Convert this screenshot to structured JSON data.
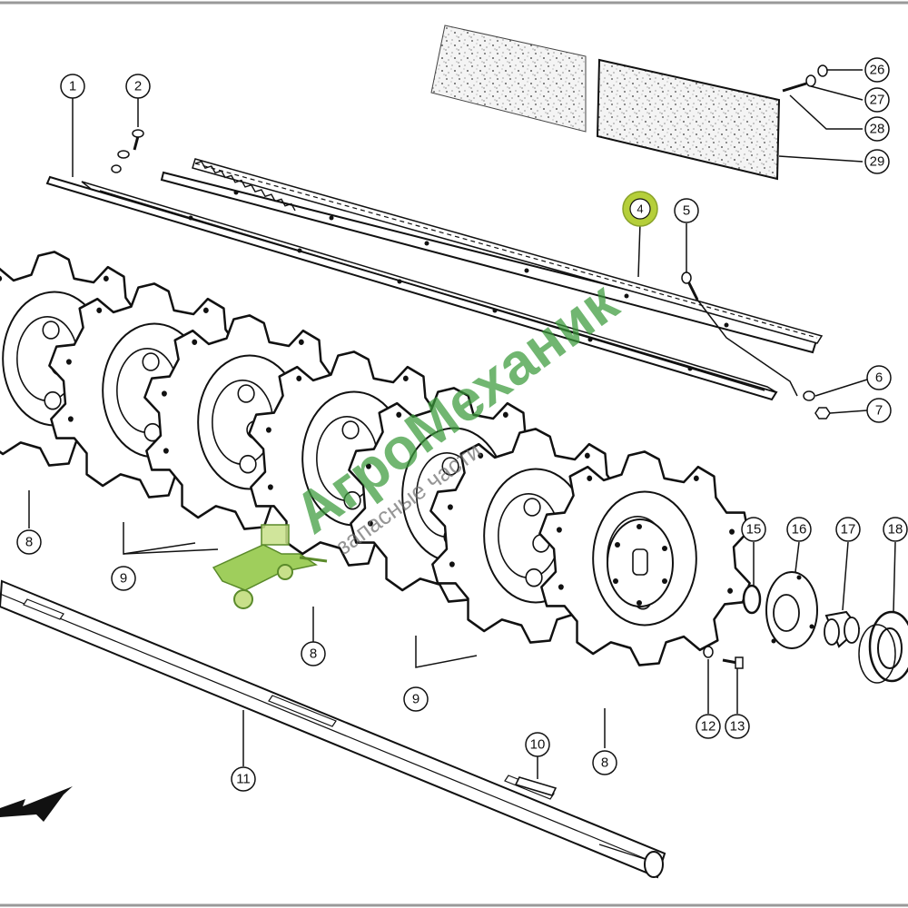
{
  "diagram": {
    "callouts": [
      {
        "id": "c1",
        "label": "1"
      },
      {
        "id": "c2",
        "label": "2"
      },
      {
        "id": "c4",
        "label": "4",
        "highlighted": true
      },
      {
        "id": "c5",
        "label": "5"
      },
      {
        "id": "c6",
        "label": "6"
      },
      {
        "id": "c7",
        "label": "7"
      },
      {
        "id": "c8a",
        "label": "8"
      },
      {
        "id": "c8b",
        "label": "8"
      },
      {
        "id": "c8c",
        "label": "8"
      },
      {
        "id": "c9a",
        "label": "9"
      },
      {
        "id": "c9b",
        "label": "9"
      },
      {
        "id": "c10",
        "label": "10"
      },
      {
        "id": "c11",
        "label": "11"
      },
      {
        "id": "c12",
        "label": "12"
      },
      {
        "id": "c13",
        "label": "13"
      },
      {
        "id": "c15",
        "label": "15"
      },
      {
        "id": "c16",
        "label": "16"
      },
      {
        "id": "c17",
        "label": "17"
      },
      {
        "id": "c18",
        "label": "18"
      },
      {
        "id": "c26",
        "label": "26"
      },
      {
        "id": "c27",
        "label": "27"
      },
      {
        "id": "c28",
        "label": "28"
      },
      {
        "id": "c29",
        "label": "29"
      }
    ],
    "highlight_color": "#b5cf3a",
    "line_color": "#111111"
  },
  "watermark": {
    "brand": "АгроМеханик",
    "tagline": "запасные части",
    "brand_color": "#3a9a3a"
  }
}
